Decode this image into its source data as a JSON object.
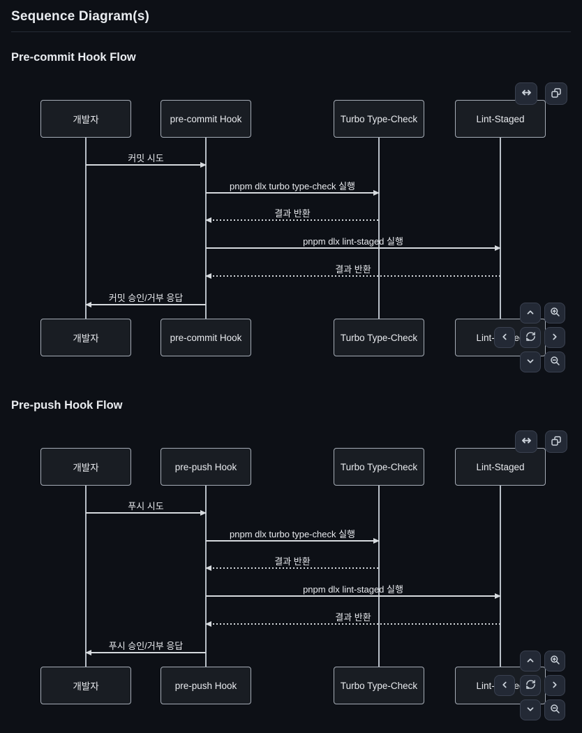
{
  "page": {
    "title": "Sequence Diagram(s)"
  },
  "colors": {
    "background": "#0d1016",
    "divider": "#262b35",
    "heading_text": "#e9ecf0",
    "actor_fill": "#191d23",
    "actor_border": "#a6adb7",
    "actor_text": "#e8eaee",
    "line": "#d6dade",
    "lifeline": "#b9c0c8",
    "label_text": "#e8eaee",
    "button_bg": "#232935",
    "button_border": "#3a4150",
    "button_icon": "#ccd3db"
  },
  "controls": {
    "fit_width_icon": "arrows-left-right",
    "copy_icon": "copy-squares",
    "pan_up_icon": "chevron-up",
    "zoom_in_icon": "magnifier-plus",
    "pan_left_icon": "chevron-left",
    "reset_icon": "refresh-circular-arrows",
    "pan_right_icon": "chevron-right",
    "pan_down_icon": "chevron-down",
    "zoom_out_icon": "magnifier-minus"
  },
  "diagrams": [
    {
      "heading": "Pre-commit Hook Flow",
      "actors": [
        "개발자",
        "pre-commit Hook",
        "Turbo Type-Check",
        "Lint-Staged"
      ],
      "messages": [
        {
          "from": 0,
          "to": 1,
          "label": "커밋 시도",
          "style": "solid"
        },
        {
          "from": 1,
          "to": 2,
          "label": "pnpm dlx turbo type-check 실행",
          "style": "solid"
        },
        {
          "from": 2,
          "to": 1,
          "label": "결과 반환",
          "style": "dotted"
        },
        {
          "from": 1,
          "to": 3,
          "label": "pnpm dlx lint-staged 실행",
          "style": "solid"
        },
        {
          "from": 3,
          "to": 1,
          "label": "결과 반환",
          "style": "dotted"
        },
        {
          "from": 1,
          "to": 0,
          "label": "커밋 승인/거부 응답",
          "style": "solid"
        }
      ]
    },
    {
      "heading": "Pre-push Hook Flow",
      "actors": [
        "개발자",
        "pre-push Hook",
        "Turbo Type-Check",
        "Lint-Staged"
      ],
      "messages": [
        {
          "from": 0,
          "to": 1,
          "label": "푸시 시도",
          "style": "solid"
        },
        {
          "from": 1,
          "to": 2,
          "label": "pnpm dlx turbo type-check 실행",
          "style": "solid"
        },
        {
          "from": 2,
          "to": 1,
          "label": "결과 반환",
          "style": "dotted"
        },
        {
          "from": 1,
          "to": 3,
          "label": "pnpm dlx lint-staged 실행",
          "style": "solid"
        },
        {
          "from": 3,
          "to": 1,
          "label": "결과 반환",
          "style": "dotted"
        },
        {
          "from": 1,
          "to": 0,
          "label": "푸시 승인/거부 응답",
          "style": "solid"
        }
      ]
    }
  ]
}
